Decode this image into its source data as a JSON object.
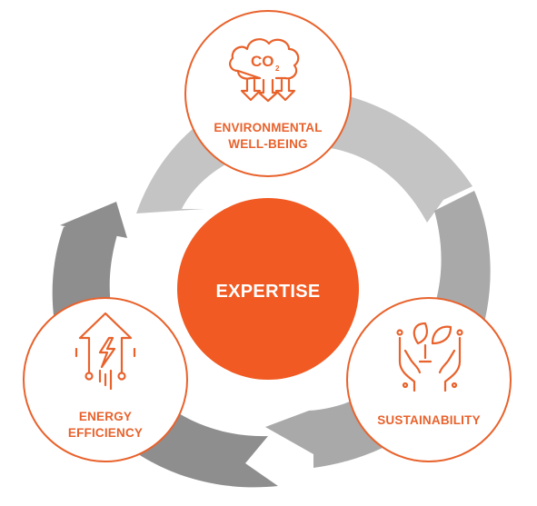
{
  "diagram": {
    "center": {
      "label": "EXPERTISE",
      "color": "#f15a22"
    },
    "nodes": [
      {
        "id": "environmental",
        "label_line1": "ENVIRONMENTAL",
        "label_line2": "WELL-BEING",
        "icon": "co2-cloud-icon",
        "icon_text": "CO",
        "icon_subscript": "2"
      },
      {
        "id": "energy",
        "label_line1": "ENERGY",
        "label_line2": "EFFICIENCY",
        "icon": "energy-arrow-bolt-icon"
      },
      {
        "id": "sustainability",
        "label_line1": "SUSTAINABILITY",
        "icon": "hands-leaf-icon"
      }
    ],
    "colors": {
      "accent": "#e8622c",
      "arrow_light": "#c4c4c4",
      "arrow_mid": "#a9a9a9",
      "arrow_dark": "#8e8e8e",
      "circle_fill": "#ffffff"
    }
  }
}
